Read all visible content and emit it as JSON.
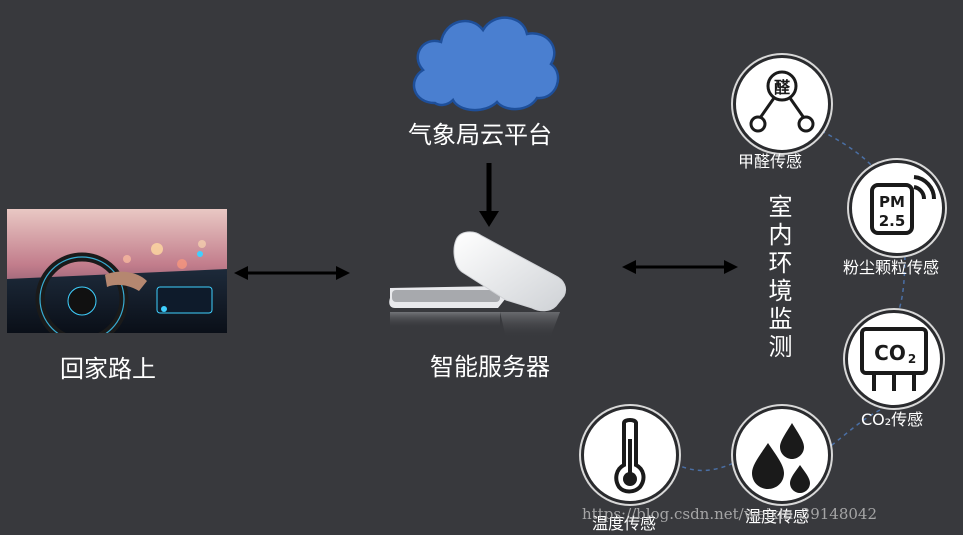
{
  "labels": {
    "cloud": "气象局云平台",
    "server": "智能服务器",
    "car": "回家路上",
    "indoor": "室内环境监测"
  },
  "sensors": {
    "formaldehyde": {
      "label": "甲醛传感",
      "glyph": "醛"
    },
    "pm25": {
      "label": "粉尘颗粒传感",
      "glyph_top": "PM",
      "glyph_bottom": "2.5"
    },
    "co2": {
      "label": "CO₂传感",
      "glyph_main": "CO",
      "glyph_sub": "2"
    },
    "humidity": {
      "label": "湿度传感"
    },
    "temperature": {
      "label": "温度传感"
    }
  },
  "watermark": "https://blog.csdn.net/weixin_39148042",
  "colors": {
    "background": "#38393d",
    "cloud_fill": "#4a7fd0",
    "cloud_stroke": "#1e4f9a",
    "arrow": "#000000",
    "dashed_connector": "#4a6fa5"
  }
}
